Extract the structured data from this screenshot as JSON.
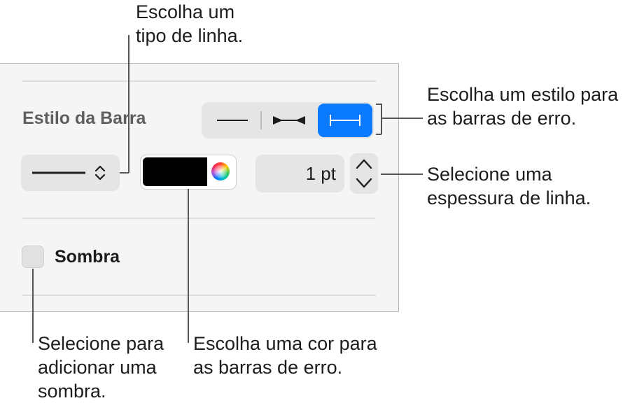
{
  "callouts": {
    "line_type": [
      "Escolha um",
      "tipo de linha."
    ],
    "bar_style": [
      "Escolha um estilo para",
      "as barras de erro."
    ],
    "thickness": [
      "Selecione uma",
      "espessura de linha."
    ],
    "shadow": [
      "Selecione para",
      "adicionar uma",
      "sombra."
    ],
    "color": [
      "Escolha uma cor para",
      "as barras de erro."
    ]
  },
  "panel": {
    "bar_style": {
      "label": "Estilo da Barra",
      "options": [
        "line-icon",
        "caps-inward-icon",
        "caps-outward-icon"
      ],
      "selected_index": 2
    },
    "line_type_popup": {
      "icon": "solid-line-icon",
      "chevron": "up-down-chevron-icon"
    },
    "color_well": {
      "color": "#000000",
      "icon": "color-wheel-icon"
    },
    "thickness": {
      "value": "1 pt"
    },
    "shadow": {
      "label": "Sombra",
      "checked": false
    }
  },
  "colors": {
    "accent": "#0a7bff",
    "panel_bg": "#f5f5f5"
  }
}
